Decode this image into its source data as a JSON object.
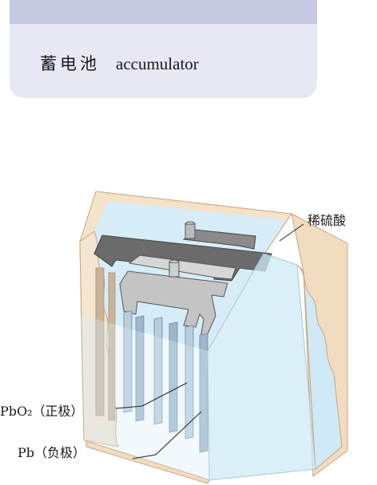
{
  "term": {
    "chinese": "蓄电池",
    "english": "accumulator"
  },
  "labels": {
    "electrolyte": "稀硫酸",
    "positive": "PbO₂（正极）",
    "negative": "Pb（负极）"
  },
  "colors": {
    "card": "#e6e8f3",
    "card_bar": "#c6c9e2",
    "case_wall": "#f2dcc0",
    "case_edge": "#c9a57f",
    "electrolyte": "#cfe9f6",
    "plate": "#a8c0d2",
    "plate_dark": "#7f97ad",
    "connector": "#8f8f8f",
    "connector_dark": "#5e5e5e"
  }
}
